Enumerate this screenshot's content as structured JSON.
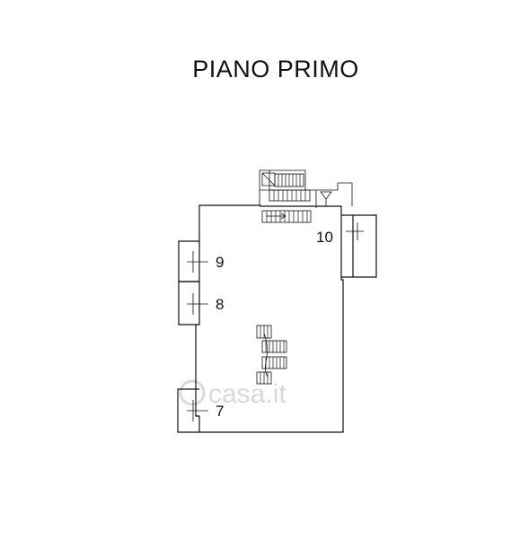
{
  "title": "PIANO PRIMO",
  "units": [
    {
      "id": "unit-9",
      "label": "9"
    },
    {
      "id": "unit-8",
      "label": "8"
    },
    {
      "id": "unit-7",
      "label": "7"
    },
    {
      "id": "unit-10",
      "label": "10"
    }
  ],
  "watermark": "casa.it",
  "colors": {
    "line": "#111111",
    "watermark": "#d9d9d9",
    "background": "#ffffff"
  }
}
